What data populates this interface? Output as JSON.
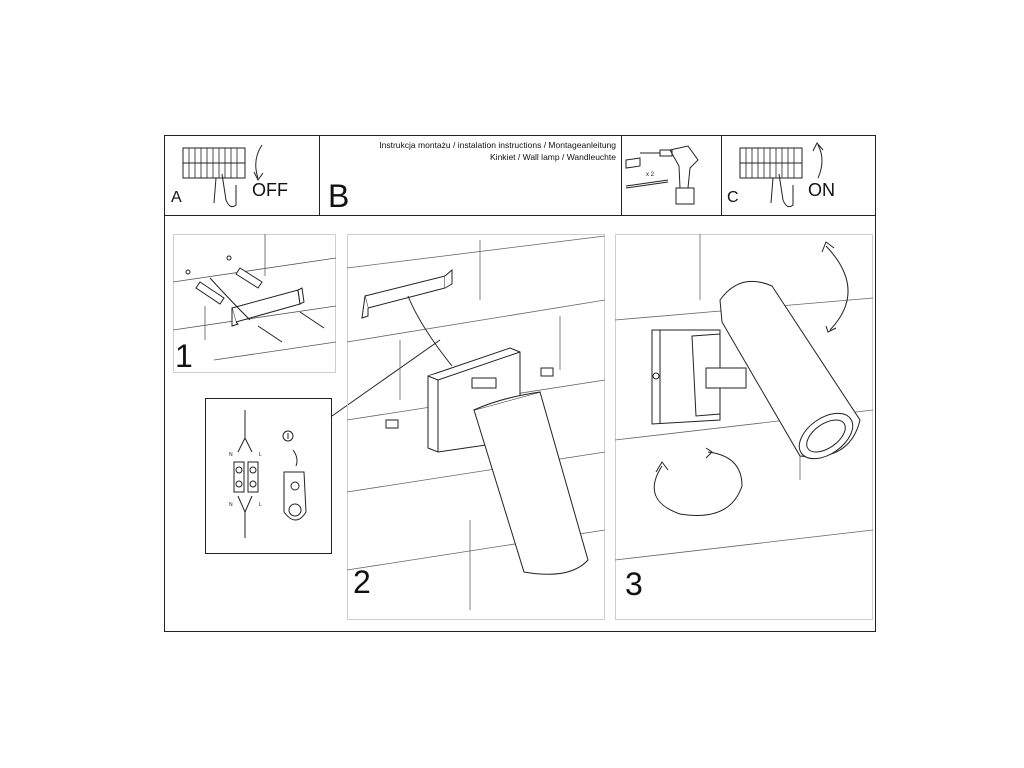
{
  "header": {
    "title_line1": "Instrukcja montażu / instalation instructions / Montageanleitung",
    "title_line2": "Kinkiet / Wall lamp / Wandleuchte"
  },
  "sections": {
    "a": {
      "letter": "A",
      "state": "OFF",
      "icon": "circuit-breaker-icon"
    },
    "b": {
      "letter": "B"
    },
    "tools": {
      "count": "x 2",
      "icon": "drill-icon"
    },
    "c": {
      "letter": "C",
      "state": "ON",
      "icon": "circuit-breaker-icon"
    }
  },
  "steps": [
    {
      "number": "1"
    },
    {
      "number": "2"
    },
    {
      "number": "3"
    }
  ],
  "wiring": {
    "neutral_label": "N",
    "live_label": "L",
    "ground_icon": "earth-ground-icon"
  },
  "colors": {
    "line": "#222222",
    "panel_border": "#cfcfcf"
  }
}
